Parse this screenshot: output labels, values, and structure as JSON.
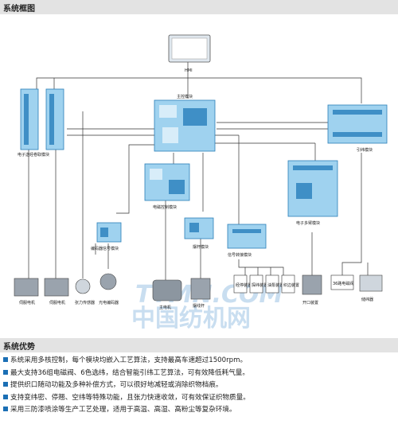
{
  "sections": {
    "diagram_title": "系统框图",
    "features_title": "系统优势"
  },
  "diagram": {
    "hmi": "HMI",
    "main_control": "主控模块",
    "let_off": "电子送经卷取模块",
    "weft_select": "引纬模块",
    "solenoid": "电磁控制模块",
    "multi_arm": "电子多臂模块",
    "encoder_signal": "编码器信号模块",
    "swing_arm": "摆杆模块",
    "signal_convert": "信号转接模块",
    "servo1": "伺服电机",
    "servo2": "伺服电机",
    "tension": "张力传感器",
    "photo_encoder": "光电编码器",
    "main_motor": "主电机",
    "swing_rod": "摆线杆",
    "sig_box1": "经停装置",
    "sig_box2": "探纬装置",
    "sig_box3": "油泵装置",
    "sig_box4": "织边装置",
    "opening_device": "开口装置",
    "weft_boxes": "36路电磁阀",
    "weft_store": "储纬器"
  },
  "watermark": {
    "latin": "TTMN.COM",
    "cn": "中国纺机网"
  },
  "features": [
    "系统采用多核控制，每个模块均嵌入工艺算法，支持最高车速超过1500rpm。",
    "最大支持36组电磁阀、6色选纬，结合智能引纬工艺算法，可有效降低耗气量。",
    "提供织口随动功能及多种补偿方式，可以很好地减轻或消除织物档痕。",
    "支持变纬密、停翘、空纬等特殊功能，且张力快速收敛，可有效保证织物质量。",
    "采用三防漆喷涂等生产工艺处理，适用于高温、高湿、高粉尘等复杂环境。"
  ],
  "colors": {
    "module_fill": "#9fd2ef",
    "module_stroke": "#2b7fb8",
    "bullet": "#1b6fb5",
    "header_bg": "#e3e3e3"
  }
}
